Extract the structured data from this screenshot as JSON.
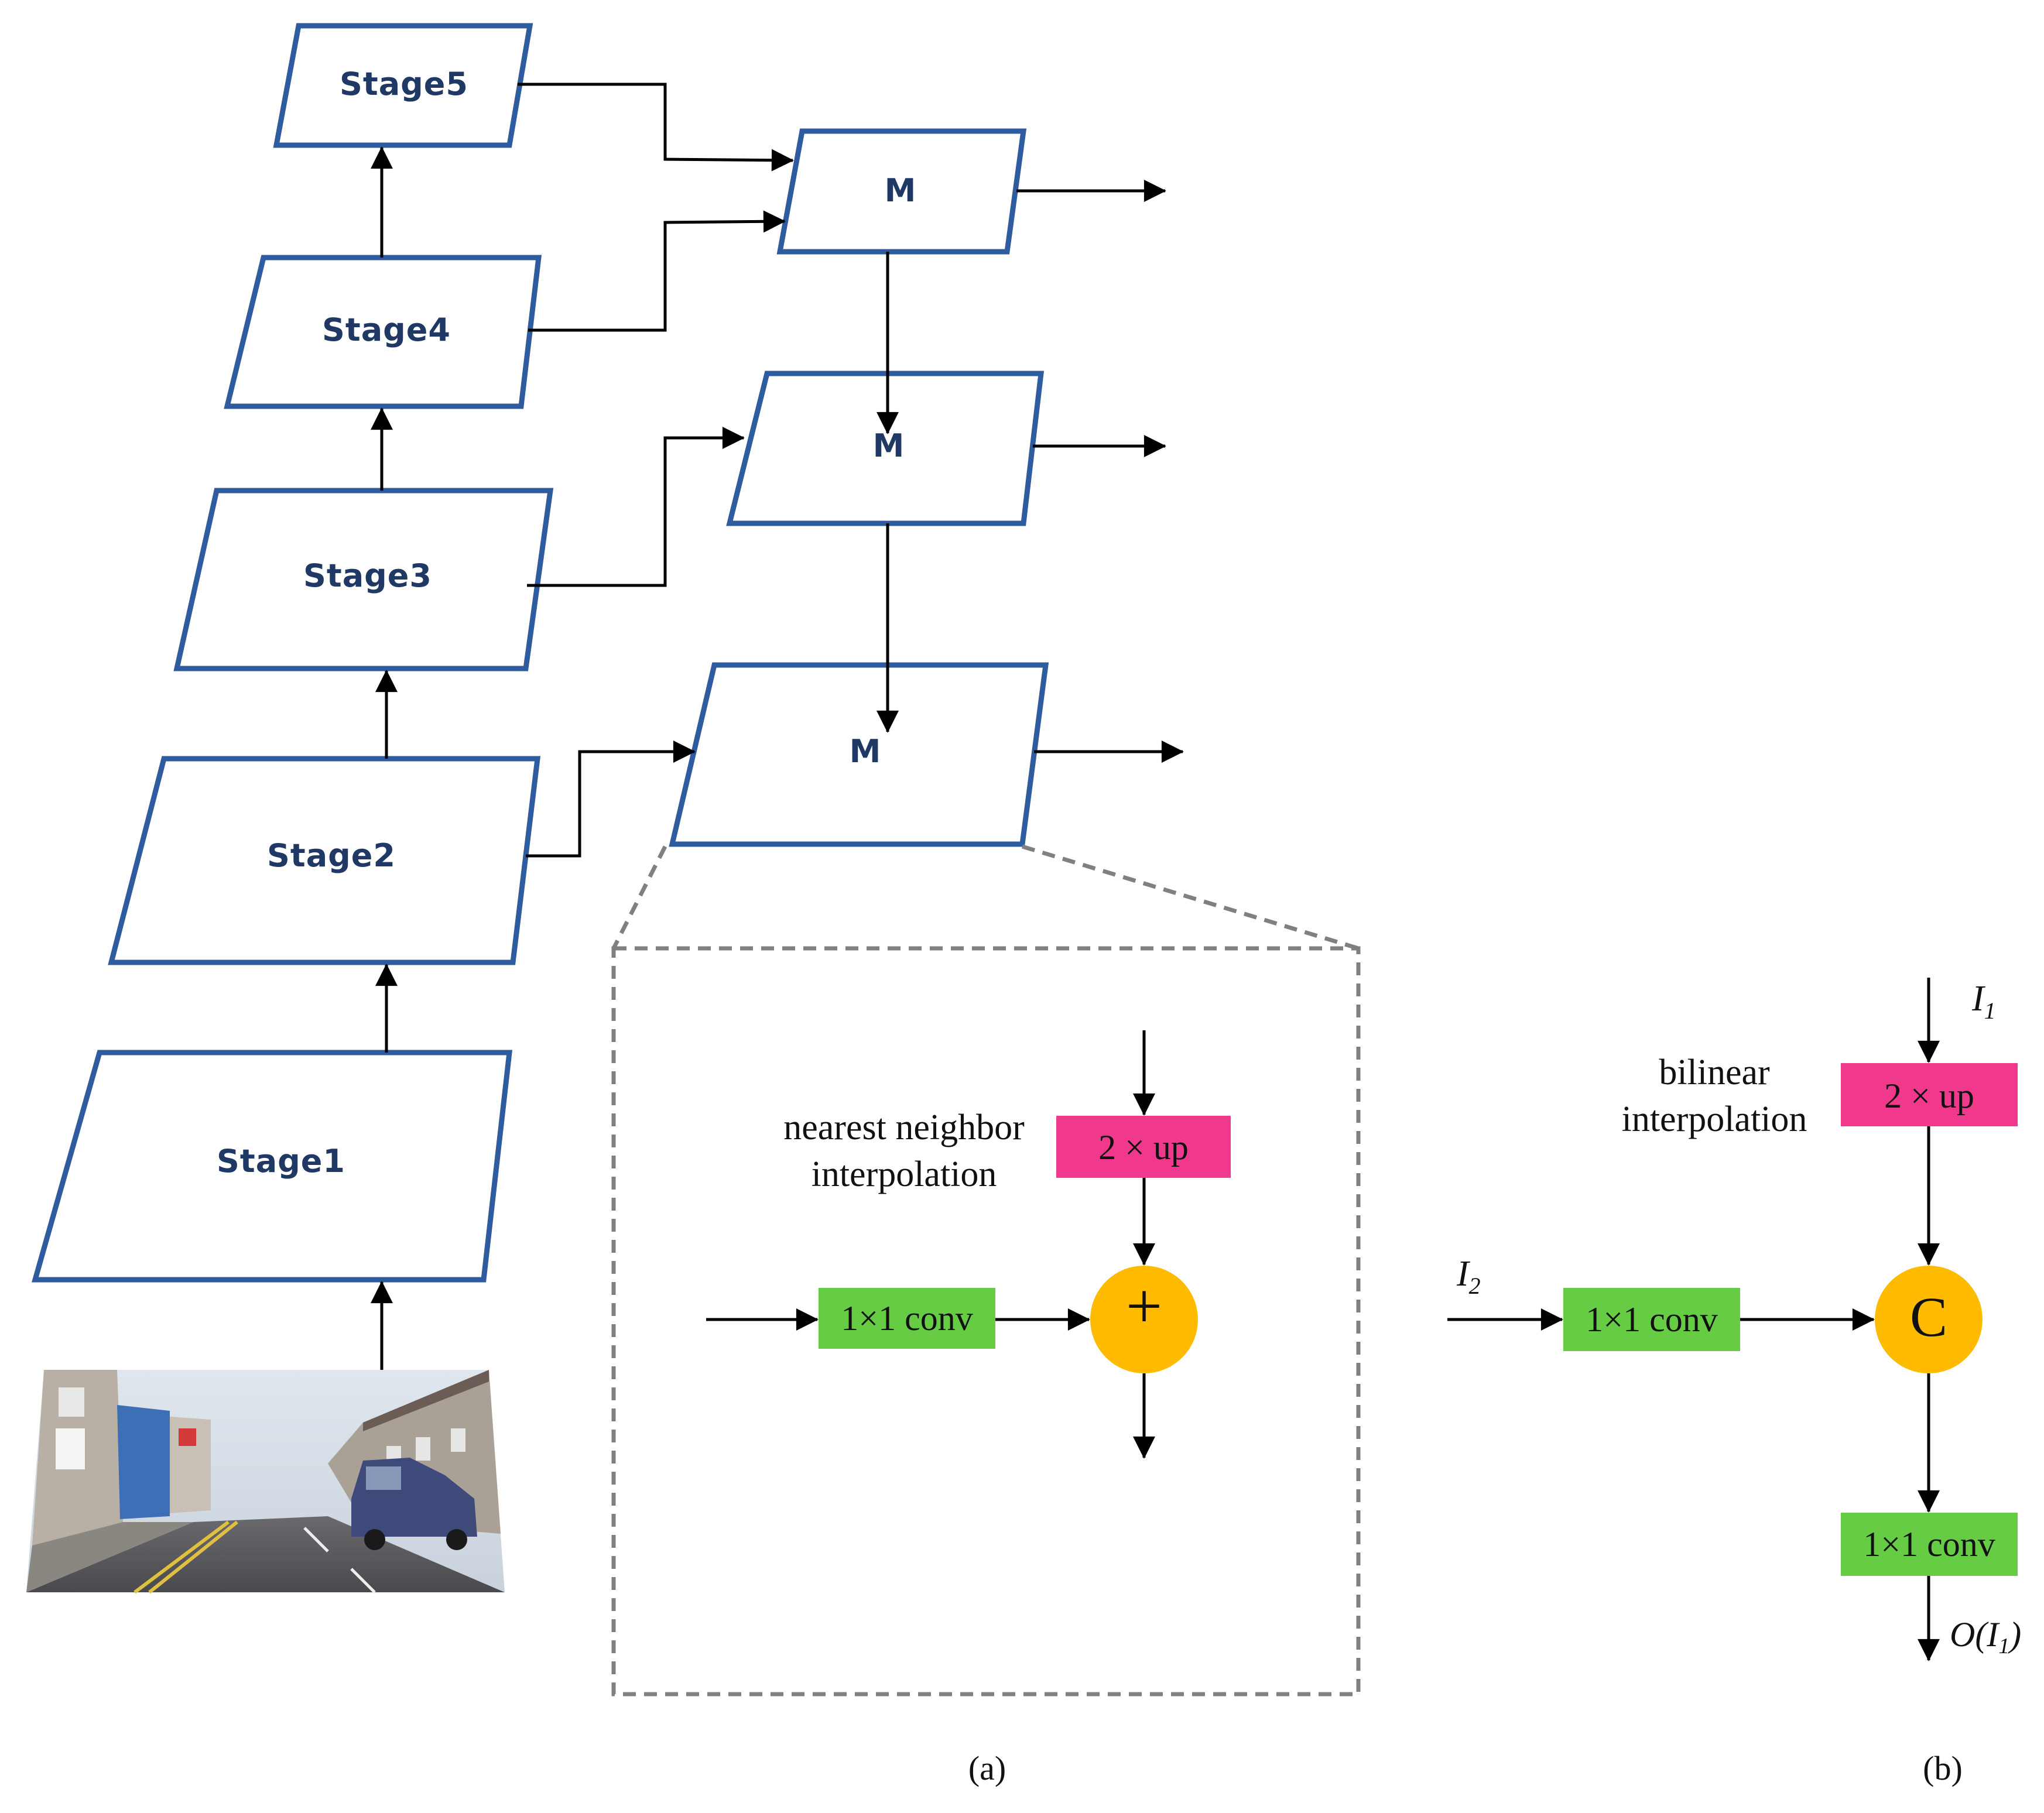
{
  "colors": {
    "stage_border": "#2e5c9e",
    "stage_text": "#1f3864",
    "up_box": "#f0398c",
    "conv_box": "#66cc44",
    "merge_circle": "#ffbb00",
    "dashed": "#808080"
  },
  "backbone": {
    "stages": [
      "Stage1",
      "Stage2",
      "Stage3",
      "Stage4",
      "Stage5"
    ],
    "input_image": "street-scene-photo"
  },
  "merge_blocks": {
    "label": "M"
  },
  "detail_a": {
    "interp_line1": "nearest neighbor",
    "interp_line2": "interpolation",
    "up_label": "2 × up",
    "conv_label": "1×1 conv",
    "op_symbol": "+",
    "caption": "(a)"
  },
  "detail_b": {
    "input1": "I",
    "input1_sub": "1",
    "input2": "I",
    "input2_sub": "2",
    "interp_line1": "bilinear",
    "interp_line2": "interpolation",
    "up_label": "2 × up",
    "conv_label": "1×1 conv",
    "conv2_label": "1×1 conv",
    "op_symbol": "C",
    "output": "O(I",
    "output_sub": "1",
    "output_close": ")",
    "caption": "(b)"
  }
}
